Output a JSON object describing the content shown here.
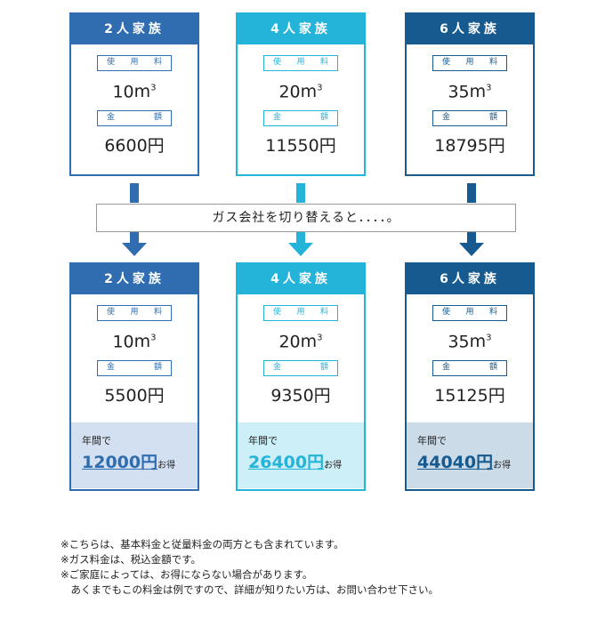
{
  "colors": {
    "blue": "#2f6db0",
    "cyan": "#24b3d9",
    "navy": "#175a8f"
  },
  "labels": {
    "usage_chars": [
      "使",
      "用",
      "料"
    ],
    "amount_chars": [
      "金",
      "額"
    ],
    "unit": "m",
    "unit_sup": "3",
    "yen": "円"
  },
  "banner": "ガス会社を切り替えると．．．．。",
  "before": [
    {
      "title": "2人家族",
      "usage": "10",
      "amount": "6600"
    },
    {
      "title": "4人家族",
      "usage": "20",
      "amount": "11550"
    },
    {
      "title": "6人家族",
      "usage": "35",
      "amount": "18795"
    }
  ],
  "after": [
    {
      "title": "2人家族",
      "usage": "10",
      "amount": "5500",
      "savings_label": "年間で",
      "savings": "12000円",
      "savings_tail": "お得"
    },
    {
      "title": "4人家族",
      "usage": "20",
      "amount": "9350",
      "savings_label": "年間で",
      "savings": "26400円",
      "savings_tail": "お得"
    },
    {
      "title": "6人家族",
      "usage": "35",
      "amount": "15125",
      "savings_label": "年間で",
      "savings": "44040円",
      "savings_tail": "お得"
    }
  ],
  "notes": [
    "※こちらは、基本料金と従量料金の両方とも含まれています。",
    "※ガス料金は、税込金額です。",
    "※ご家庭によっては、お得にならない場合があります。",
    "　あくまでもこの料金は例ですので、詳細が知りたい方は、お問い合わせ下さい。"
  ]
}
